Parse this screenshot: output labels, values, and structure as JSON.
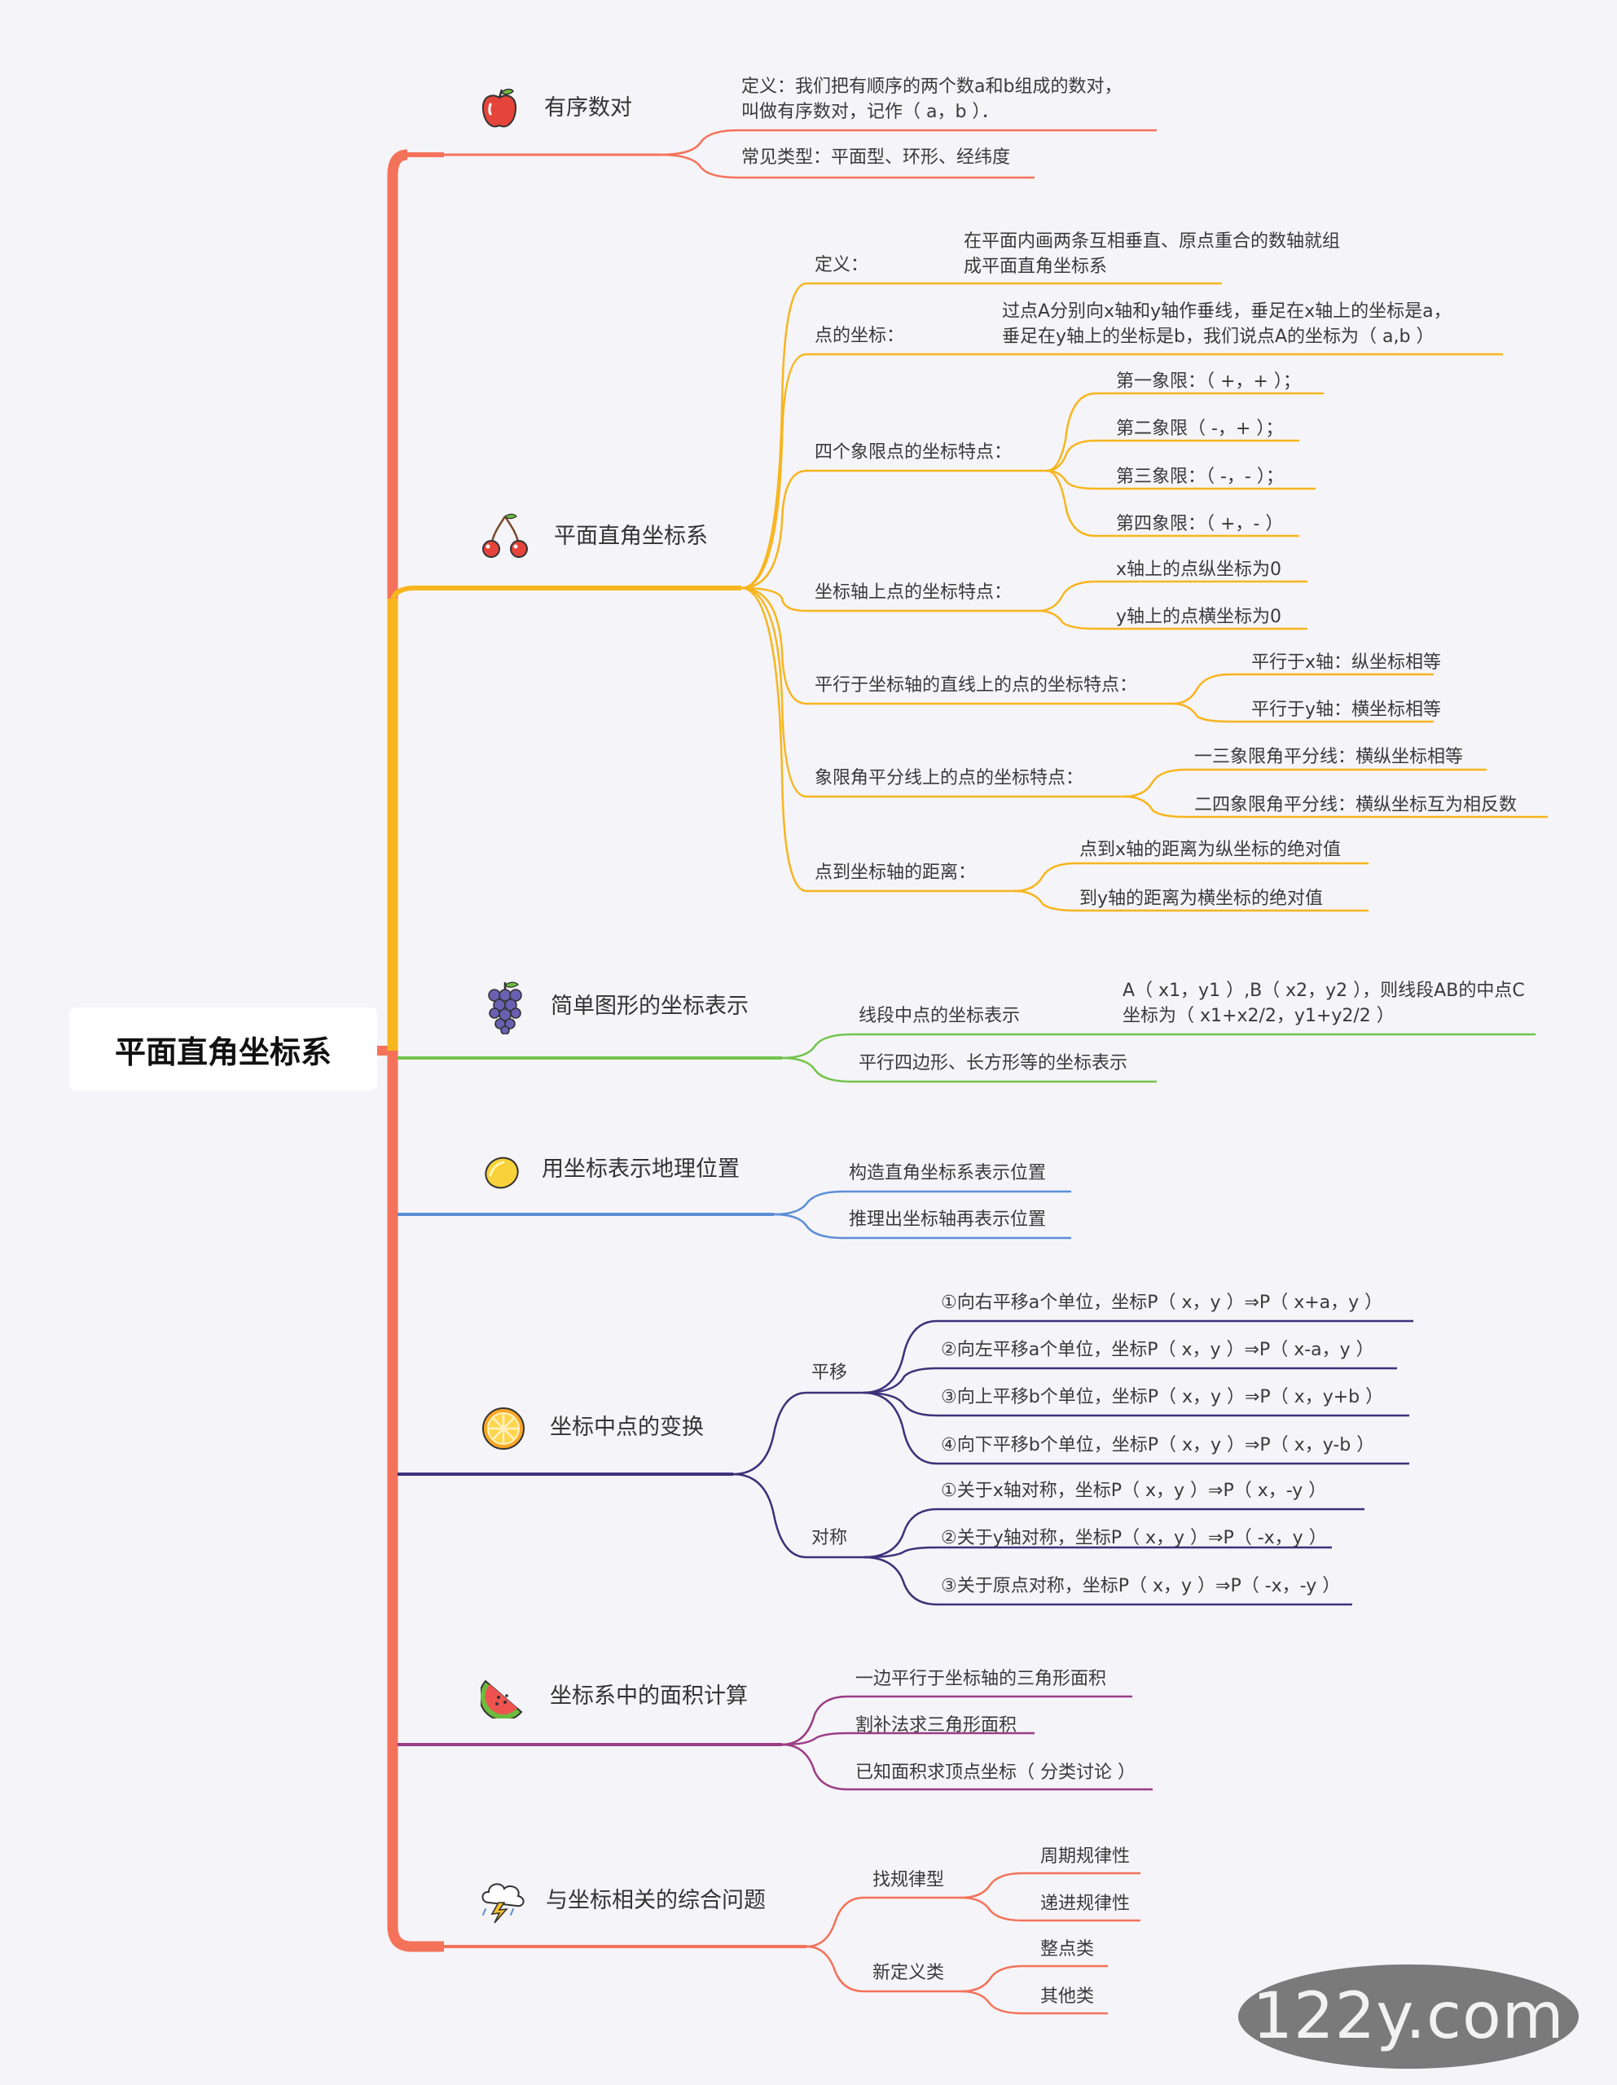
{
  "colors": {
    "spine": "#f4725a",
    "ordered": "#f4725a",
    "system": "#f7b51e",
    "simple": "#72c44d",
    "geo": "#5b8ed6",
    "transform": "#3d3179",
    "area": "#9a3d86",
    "comp": "#f4725a"
  },
  "root": {
    "label": "平面直角坐标系"
  },
  "branches": {
    "ordered": {
      "label": "有序数对",
      "icon": "apple-icon",
      "items": [
        "定义：我们把有顺序的两个数a和b组成的数对，\n叫做有序数对，记作（ a，b ）．",
        "常见类型：平面型、环形、经纬度"
      ]
    },
    "system": {
      "label": "平面直角坐标系",
      "icon": "cherry-icon",
      "items": {
        "def_label": "定义：",
        "def_text": "在平面内画两条互相垂直、原点重合的数轴就组\n成平面直角坐标系",
        "point_label": "点的坐标：",
        "point_text": "过点A分别向x轴和y轴作垂线，垂足在x轴上的坐标是a，\n垂足在y轴上的坐标是b，我们说点A的坐标为（ a,b ）",
        "quad_label": "四个象限点的坐标特点：",
        "quad": [
          "第一象限：（ +，+ ）；",
          "第二象限（ -，+ ）；",
          "第三象限：（ -，- ）；",
          "第四象限：（ +，- ）"
        ],
        "axis_label": "坐标轴上点的坐标特点：",
        "axis": [
          "x轴上的点纵坐标为0",
          "y轴上的点横坐标为0"
        ],
        "parallel_label": "平行于坐标轴的直线上的点的坐标特点：",
        "parallel": [
          "平行于x轴：纵坐标相等",
          "平行于y轴：横坐标相等"
        ],
        "bisect_label": "象限角平分线上的点的坐标特点：",
        "bisect": [
          "一三象限角平分线：横纵坐标相等",
          "二四象限角平分线：横纵坐标互为相反数"
        ],
        "dist_label": "点到坐标轴的距离：",
        "dist": [
          "点到x轴的距离为纵坐标的绝对值",
          "到y轴的距离为横坐标的绝对值"
        ]
      }
    },
    "simple": {
      "label": "简单图形的坐标表示",
      "icon": "grapes-icon",
      "mid_label": "线段中点的坐标表示",
      "mid_text": "A（ x1，y1 ）,B（ x2，y2 ），则线段AB的中点C\n坐标为（ x1+x2/2，y1+y2/2 ）",
      "para_label": "平行四边形、长方形等的坐标表示"
    },
    "geo": {
      "label": "用坐标表示地理位置",
      "icon": "lemon-icon",
      "items": [
        "构造直角坐标系表示位置",
        "推理出坐标轴再表示位置"
      ]
    },
    "transform": {
      "label": "坐标中点的变换",
      "icon": "orange-slice-icon",
      "trans_label": "平移",
      "trans": [
        "①向右平移a个单位，坐标P（ x，y ）⇒P（ x+a，y ）",
        "②向左平移a个单位，坐标P（ x，y ）⇒P（ x-a，y ）",
        "③向上平移b个单位，坐标P（ x，y ）⇒P（ x，y+b ）",
        "④向下平移b个单位，坐标P（ x，y ）⇒P（ x，y-b ）"
      ],
      "sym_label": "对称",
      "sym": [
        "①关于x轴对称，坐标P（ x，y ）⇒P（ x，-y ）",
        "②关于y轴对称，坐标P（ x，y ）⇒P（ -x，y ）",
        "③关于原点对称，坐标P（ x，y ）⇒P（ -x，-y ）"
      ]
    },
    "area": {
      "label": "坐标系中的面积计算",
      "icon": "watermelon-icon",
      "items": [
        "一边平行于坐标轴的三角形面积",
        "割补法求三角形面积",
        "已知面积求顶点坐标（ 分类讨论 ）"
      ]
    },
    "comp": {
      "label": "与坐标相关的综合问题",
      "icon": "storm-cloud-icon",
      "pattern_label": "找规律型",
      "pattern": [
        "周期规律性",
        "递进规律性"
      ],
      "newdef_label": "新定义类",
      "newdef": [
        "整点类",
        "其他类"
      ]
    }
  },
  "watermark": "122y.com"
}
